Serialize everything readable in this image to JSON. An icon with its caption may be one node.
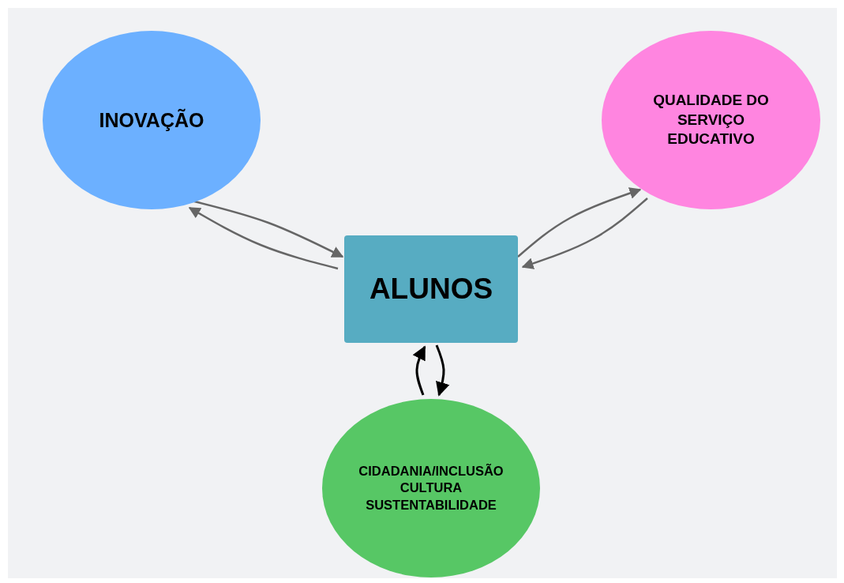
{
  "diagram": {
    "nodes": [
      {
        "text": [
          "INOVAÇÃO"
        ]
      },
      {
        "text": [
          "QUALIDADE DO SERVIÇO EDUCATIVO"
        ]
      },
      {
        "text": [
          "ALUNOS"
        ]
      },
      {
        "text": [
          "CIDADANIA/INCLUSÃO CULTURA SUSTENTABILIDADE"
        ]
      }
    ],
    "edges": [
      {
        "from": 0,
        "to": 2,
        "arrow": "to"
      },
      {
        "from": 2,
        "to": 0,
        "arrow": "to"
      },
      {
        "from": 2,
        "to": 1,
        "arrow": "to"
      },
      {
        "from": 1,
        "to": 2,
        "arrow": "to"
      },
      {
        "from": 3,
        "to": 2,
        "arrow": "to",
        "color": "#000000"
      },
      {
        "from": 2,
        "to": 3,
        "arrow": "to",
        "color": "#000000"
      }
    ]
  }
}
